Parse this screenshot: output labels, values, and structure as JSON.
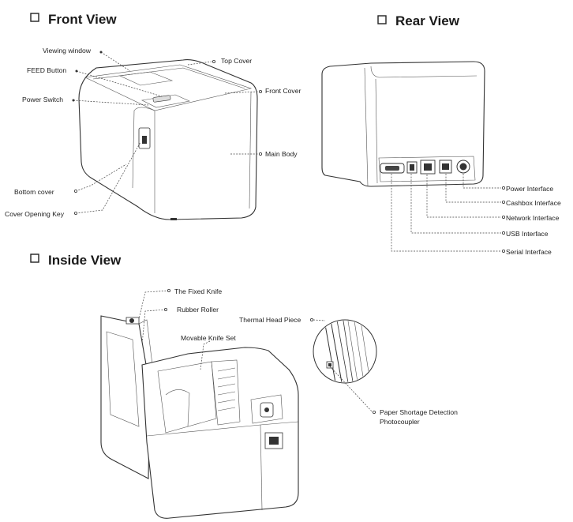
{
  "sections": {
    "front": {
      "title": "Front View",
      "labels": {
        "viewing_window": "Viewing window",
        "feed_button": "FEED Button",
        "power_switch": "Power Switch",
        "top_cover": "Top Cover",
        "front_cover": "Front Cover",
        "main_body": "Main Body",
        "bottom_cover": "Bottom cover",
        "cover_opening_key": "Cover Opening Key"
      }
    },
    "rear": {
      "title": "Rear View",
      "labels": {
        "power_interface": "Power Interface",
        "cashbox_interface": "Cashbox Interface",
        "network_interface": "Network Interface",
        "usb_interface": "USB Interface",
        "serial_interface": "Serial Interface"
      }
    },
    "inside": {
      "title": "Inside View",
      "labels": {
        "fixed_knife": "The Fixed Knife",
        "rubber_roller": "Rubber Roller",
        "movable_knife": "Movable Knife Set",
        "thermal_head": "Thermal Head Piece",
        "paper_shortage_1": "Paper Shortage Detection",
        "paper_shortage_2": "Photocoupler"
      }
    }
  }
}
